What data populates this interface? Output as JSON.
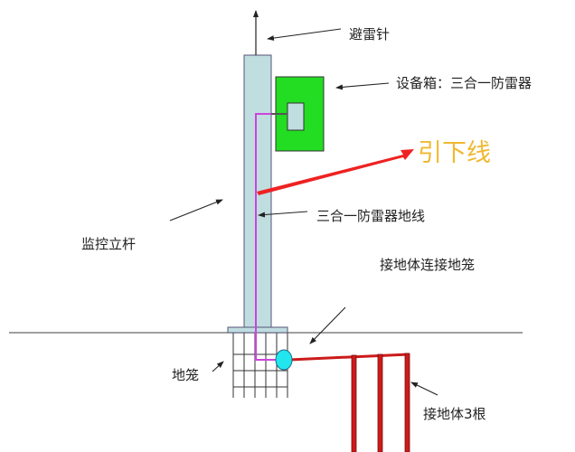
{
  "labels": {
    "lightning_rod": "避雷针",
    "equipment_box": "设备箱：三合一防雷器",
    "down_conductor": "引下线",
    "arrester_ground_wire": "三合一防雷器地线",
    "monitoring_pole": "监控立杆",
    "ground_body_to_cage": "接地体连接地笼",
    "ground_cage": "地笼",
    "ground_rods": "接地体3根"
  },
  "colors": {
    "pole": "#c0dde0",
    "equipment_box": "#22dd22",
    "ground_wire": "#cc44dd",
    "down_conductor_arrow": "#ee2222",
    "down_conductor_text": "#f0b830",
    "ground_rods": "#cc1a1a",
    "connector": "#22e6ee"
  }
}
